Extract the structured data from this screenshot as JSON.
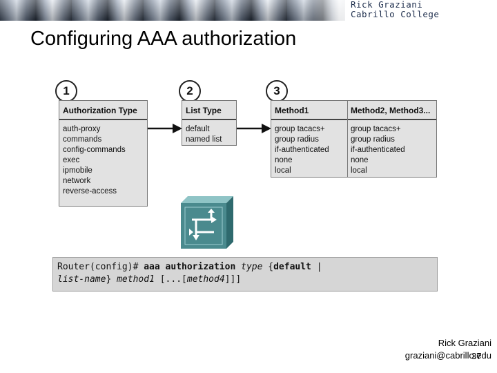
{
  "header": {
    "author_name": "Rick Graziani",
    "college": "Cabrillo College"
  },
  "page": {
    "title": "Configuring AAA authorization"
  },
  "steps": [
    {
      "number": "1",
      "header": "Authorization Type",
      "items": [
        "auth-proxy",
        "commands",
        "config-commands",
        "exec",
        "ipmobile",
        "network",
        "reverse-access"
      ]
    },
    {
      "number": "2",
      "header": "List Type",
      "items": [
        "default",
        "named list"
      ]
    },
    {
      "number": "3",
      "columns": [
        {
          "header": "Method1",
          "items": [
            "group tacacs+",
            "group radius",
            "if-authenticated",
            "none",
            "local"
          ]
        },
        {
          "header": "Method2, Method3...",
          "items": [
            "group tacacs+",
            "group radius",
            "if-authenticated",
            "none",
            "local"
          ]
        }
      ]
    }
  ],
  "icons": {
    "router": "router-icon",
    "arrow": "arrow-right-icon"
  },
  "cli": {
    "prompt": "Router(config)#",
    "command": "aaa authorization",
    "arg_type": "type",
    "open_brace": "{",
    "default_kw": "default",
    "separator": "|",
    "arg_list_name": "list-name",
    "close_brace": "}",
    "method1": "method1",
    "optional": "[...[",
    "method4": "method4",
    "optional_close": "]]]"
  },
  "footer": {
    "name": "Rick Graziani",
    "email": "graziani@cabrillo.edu",
    "slide_number": "37"
  },
  "colors": {
    "panel": "#e2e2e2",
    "router": "#4a8a8e",
    "banner_text": "#1d2d4c"
  }
}
